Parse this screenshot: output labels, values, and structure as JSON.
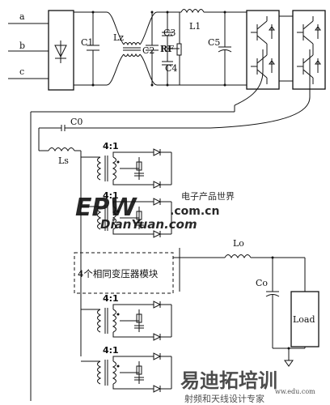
{
  "inputs": {
    "a": "a",
    "b": "b",
    "c": "c"
  },
  "components": {
    "C1": "C1",
    "Lz": "Lz",
    "C2": "C2",
    "C3": "C3",
    "RF": "RF",
    "C4": "C4",
    "L1": "L1",
    "C5": "C5",
    "C0": "C0",
    "Ls": "Ls",
    "Lo": "Lo",
    "Co": "Co"
  },
  "transformer_ratio": "4:1",
  "module_label": "4个相同变压器模块",
  "load_label": "Load",
  "watermarks": {
    "logo": "EPW",
    "logo_cn": "电子产品世界",
    "logo_url": ".com.cn",
    "logo_site": "DianYuan.com",
    "bottom_cn": "易迪拓培训",
    "bottom_sub": "射频和天线设计专家",
    "bottom_url": "ww.edu.com"
  },
  "colors": {
    "line": "#111111",
    "watermark_red": "#d9262c",
    "watermark_blue": "#1f78c8",
    "bottom_wm": "#6d7fa0"
  }
}
